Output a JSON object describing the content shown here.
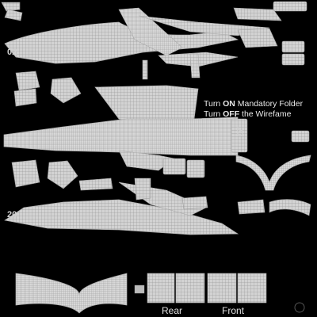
{
  "notes": {
    "line1": {
      "pre": "Turn ",
      "strong": "ON",
      "post": " Mandatory Folder"
    },
    "line2": {
      "pre": "Turn ",
      "strong": "OFF",
      "post": " the Wirefame"
    }
  },
  "labels": {
    "rear": "Rear",
    "front": "Front"
  },
  "part_numbers": {
    "upper": "02",
    "lower": "20",
    "side": "20"
  },
  "colors": {
    "background": "#000000",
    "shell": "#cfcfcf",
    "wire": "#7a7a7a"
  }
}
